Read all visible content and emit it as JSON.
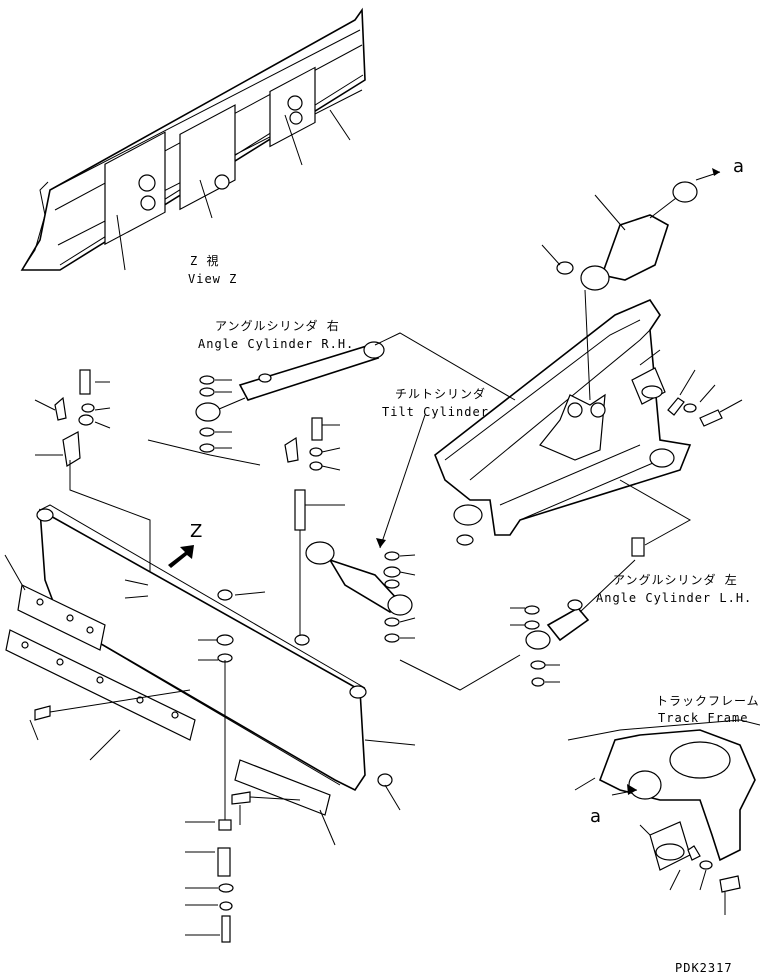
{
  "labels": {
    "view_z_jp": "Z 視",
    "view_z_en": "View Z",
    "angle_rh_jp": "アングルシリンダ 右",
    "angle_rh_en": "Angle Cylinder R.H.",
    "tilt_jp": "チルトシリンダ",
    "tilt_en": "Tilt Cylinder",
    "angle_lh_jp": "アングルシリンダ 左",
    "angle_lh_en": "Angle Cylinder L.H.",
    "track_jp": "トラックフレーム",
    "track_en": "Track Frame",
    "ref_a_top": "a",
    "ref_a_bottom": "a",
    "view_marker": "Z",
    "drawing_no": "PDK2317"
  }
}
